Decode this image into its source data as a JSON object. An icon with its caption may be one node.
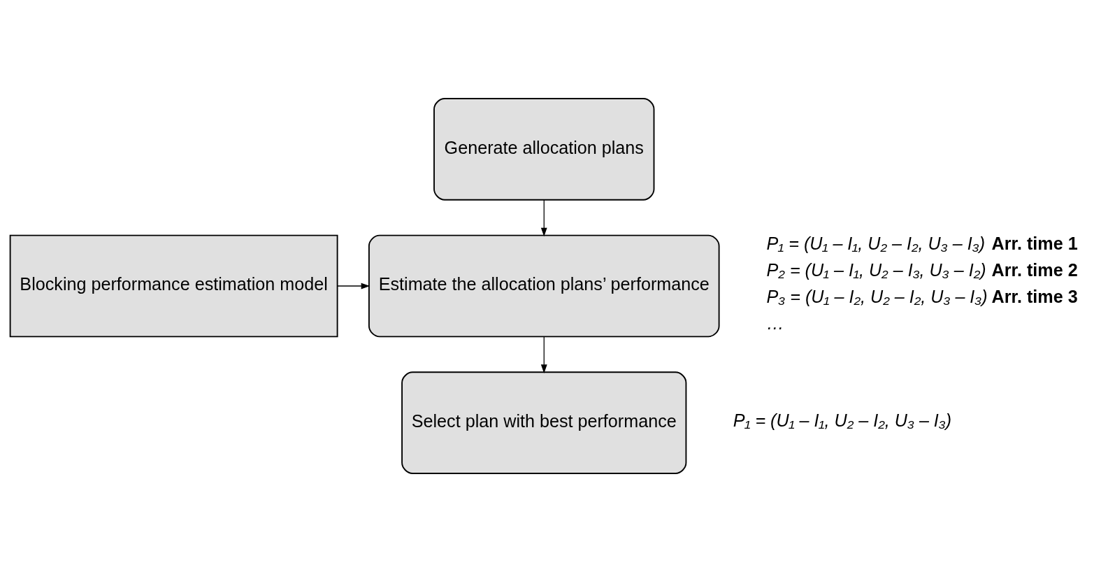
{
  "diagram": {
    "nodes": [
      {
        "text": [
          "Generate allocation plans"
        ]
      },
      {
        "text": [
          "Blocking performance estimation model"
        ]
      },
      {
        "text": [
          "Estimate the allocation plans’ performance"
        ]
      },
      {
        "text": [
          "Select plan with best performance"
        ]
      }
    ],
    "edges": [
      {
        "from": 0,
        "to": 2,
        "arrow": "to"
      },
      {
        "from": 1,
        "to": 2,
        "arrow": "to"
      },
      {
        "from": 2,
        "to": 3,
        "arrow": "to"
      }
    ],
    "labels": [
      "P₁ = (U₁ – I₁, U₂ – I₂, U₃ – I₃)",
      "Arr. time 1",
      "P₂ = (U₁ – I₁, U₂ – I₃, U₃ – I₂)",
      "Arr. time 2",
      "P₃ = (U₁ – I₂, U₂ – I₂, U₃ – I₃)",
      "Arr. time 3",
      "…",
      "P₁ = (U₁ – I₁, U₂ – I₂, U₃ – I₃)"
    ]
  }
}
